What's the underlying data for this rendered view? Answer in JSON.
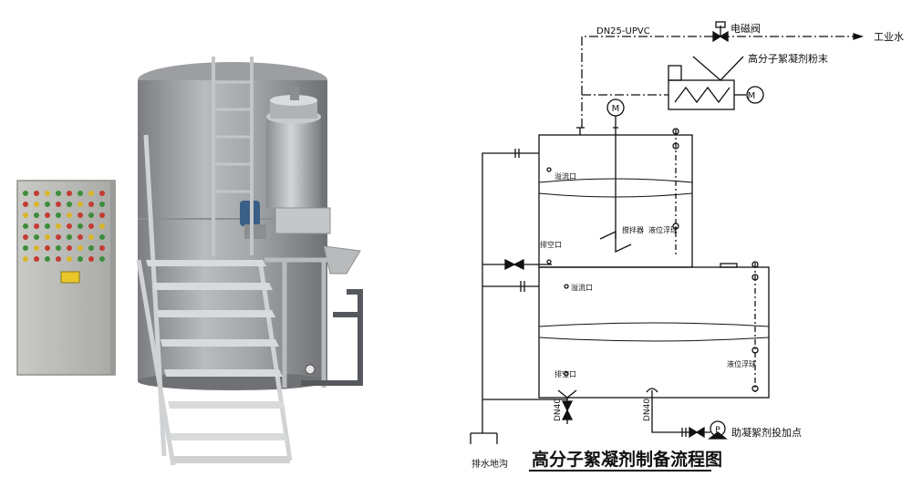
{
  "photo": {
    "alt": "Polymer flocculant preparation equipment photo"
  },
  "diagram": {
    "title": "高分子絮凝剂制备流程图",
    "labels": {
      "pipe_spec": "DN25-UPVC",
      "solenoid_valve": "电磁阀",
      "industrial_water": "工业水",
      "polymer_powder": "高分子絮凝剂粉末",
      "motor_symbol": "M",
      "overflow_port": "溢流口",
      "mixer": "搅拌器",
      "level_switch": "液位浮球",
      "vent_port": "排空口",
      "dosing_point": "助凝絮剂投加点",
      "pump_symbol": "P",
      "drain_trench": "排水地沟",
      "dn40_left": "DN40",
      "dn40_right": "DN40"
    }
  }
}
